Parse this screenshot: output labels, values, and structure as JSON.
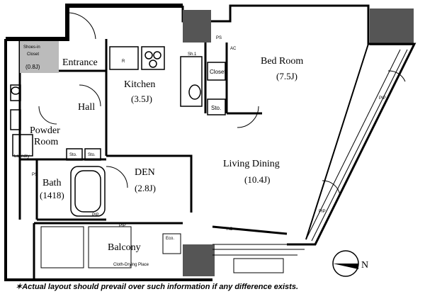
{
  "rooms": {
    "shoes_in_closet": {
      "label_1": "Shoes-in",
      "label_2": "Closet",
      "size": "(0.8J)"
    },
    "entrance": {
      "label": "Entrance"
    },
    "kitchen": {
      "label": "Kitchen",
      "size": "(3.5J)"
    },
    "bed_room": {
      "label": "Bed Room",
      "size": "(7.5J)"
    },
    "hall": {
      "label": "Hall"
    },
    "powder_room": {
      "label_1": "Powder",
      "label_2": "Room"
    },
    "laundry": {
      "label": "Laundry"
    },
    "den": {
      "label": "DEN",
      "size": "(2.8J)"
    },
    "living_dining": {
      "label": "Living Dining",
      "size": "(10.4J)"
    },
    "bath": {
      "label": "Bath",
      "size": "(1418)"
    },
    "balcony": {
      "label": "Balcony"
    },
    "cloth_drying": {
      "label": "Cloth-Drying Place"
    }
  },
  "fixtures": {
    "closet": "Closet",
    "sto": "Sto.",
    "ps": "PS",
    "ac": "AC",
    "r": "R",
    "pip": "PIP",
    "eco": "Eco.",
    "sh": "Sh.1",
    "compass": "N"
  },
  "disclaimer": "✶Actual layout should prevail over such information if any difference exists."
}
